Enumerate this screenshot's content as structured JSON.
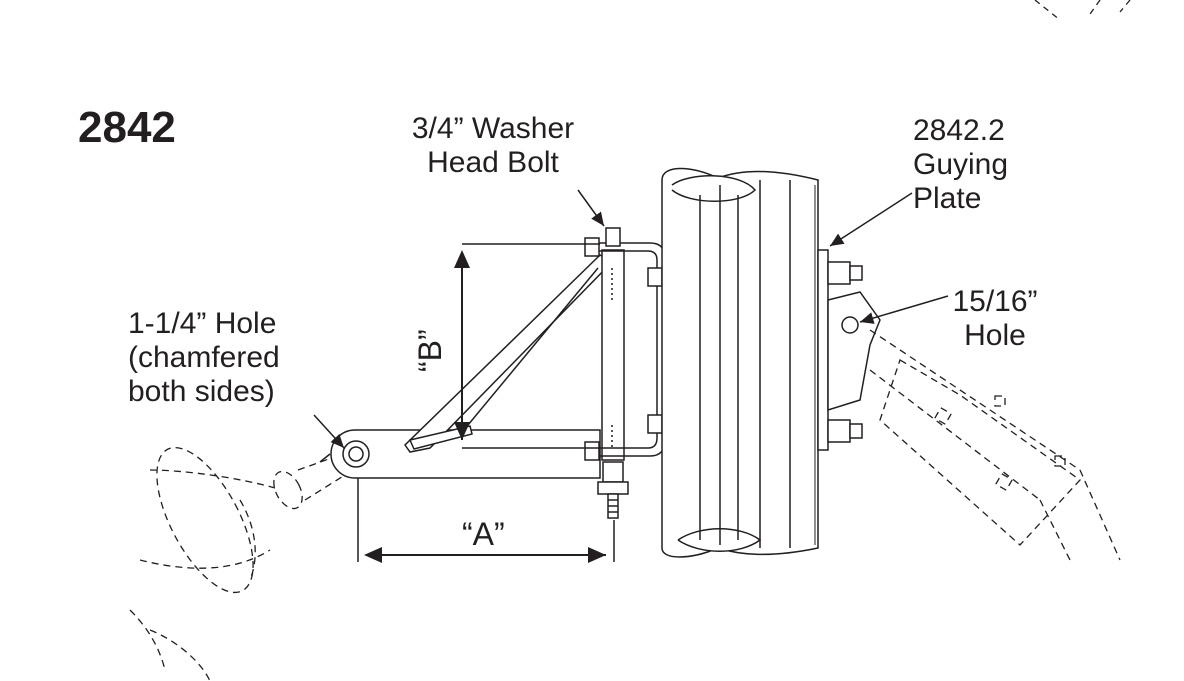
{
  "diagram": {
    "model_number": "2842",
    "labels": {
      "bolt_line1": "3/4” Washer",
      "bolt_line2": "Head Bolt",
      "plate_line1": "2842.2",
      "plate_line2": "Guying",
      "plate_line3": "Plate",
      "hole_large_line1": "1-1/4” Hole",
      "hole_large_line2": "(chamfered",
      "hole_large_line3": "both sides)",
      "hole_small_line1": "15/16”",
      "hole_small_line2": "Hole",
      "dim_a": "“A”",
      "dim_b": "“B”"
    },
    "line_color": "#231f20",
    "background_color": "#ffffff"
  }
}
